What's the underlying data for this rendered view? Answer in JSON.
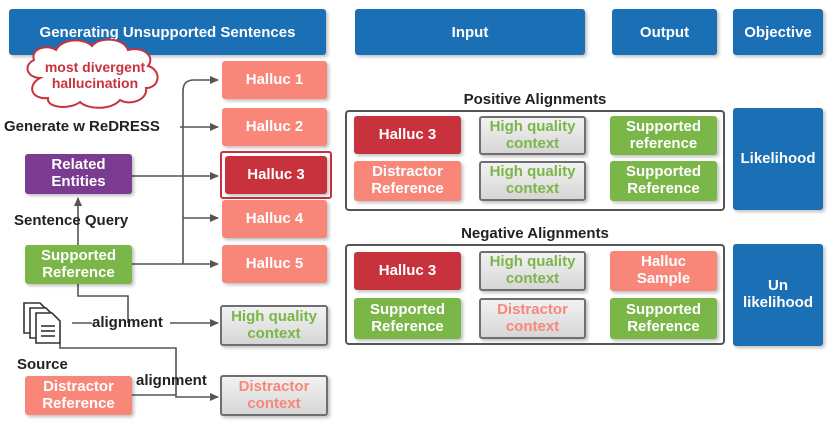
{
  "headers": {
    "generating": "Generating Unsupported Sentences",
    "input": "Input",
    "output": "Output",
    "objective": "Objective"
  },
  "left": {
    "cloud_text": "most divergent\nhallucination",
    "generate_label": "Generate w ReDRESS",
    "related_entities": "Related\nEntities",
    "sentence_query": "Sentence Query",
    "supported_reference": "Supported\nReference",
    "source": "Source",
    "alignment_1": "alignment",
    "alignment_2": "alignment",
    "distractor_reference": "Distractor\nReference",
    "halluc": [
      "Halluc 1",
      "Halluc 2",
      "Halluc 3",
      "Halluc 4",
      "Halluc 5"
    ],
    "hq_context": "High quality\ncontext",
    "distractor_context": "Distractor\ncontext"
  },
  "positive": {
    "title": "Positive Alignments",
    "row1": {
      "input": "Halluc 3",
      "context": "High quality\ncontext",
      "output": "Supported\nreference"
    },
    "row2": {
      "input": "Distractor\nReference",
      "context": "High quality\ncontext",
      "output": "Supported\nReference"
    },
    "objective": "Likelihood"
  },
  "negative": {
    "title": "Negative Alignments",
    "row1": {
      "input": "Halluc 3",
      "context": "High quality\ncontext",
      "output": "Halluc\nSample"
    },
    "row2": {
      "input": "Supported\nReference",
      "context": "Distractor\ncontext",
      "output": "Supported\nReference"
    },
    "objective": "Un\nlikelihood"
  }
}
